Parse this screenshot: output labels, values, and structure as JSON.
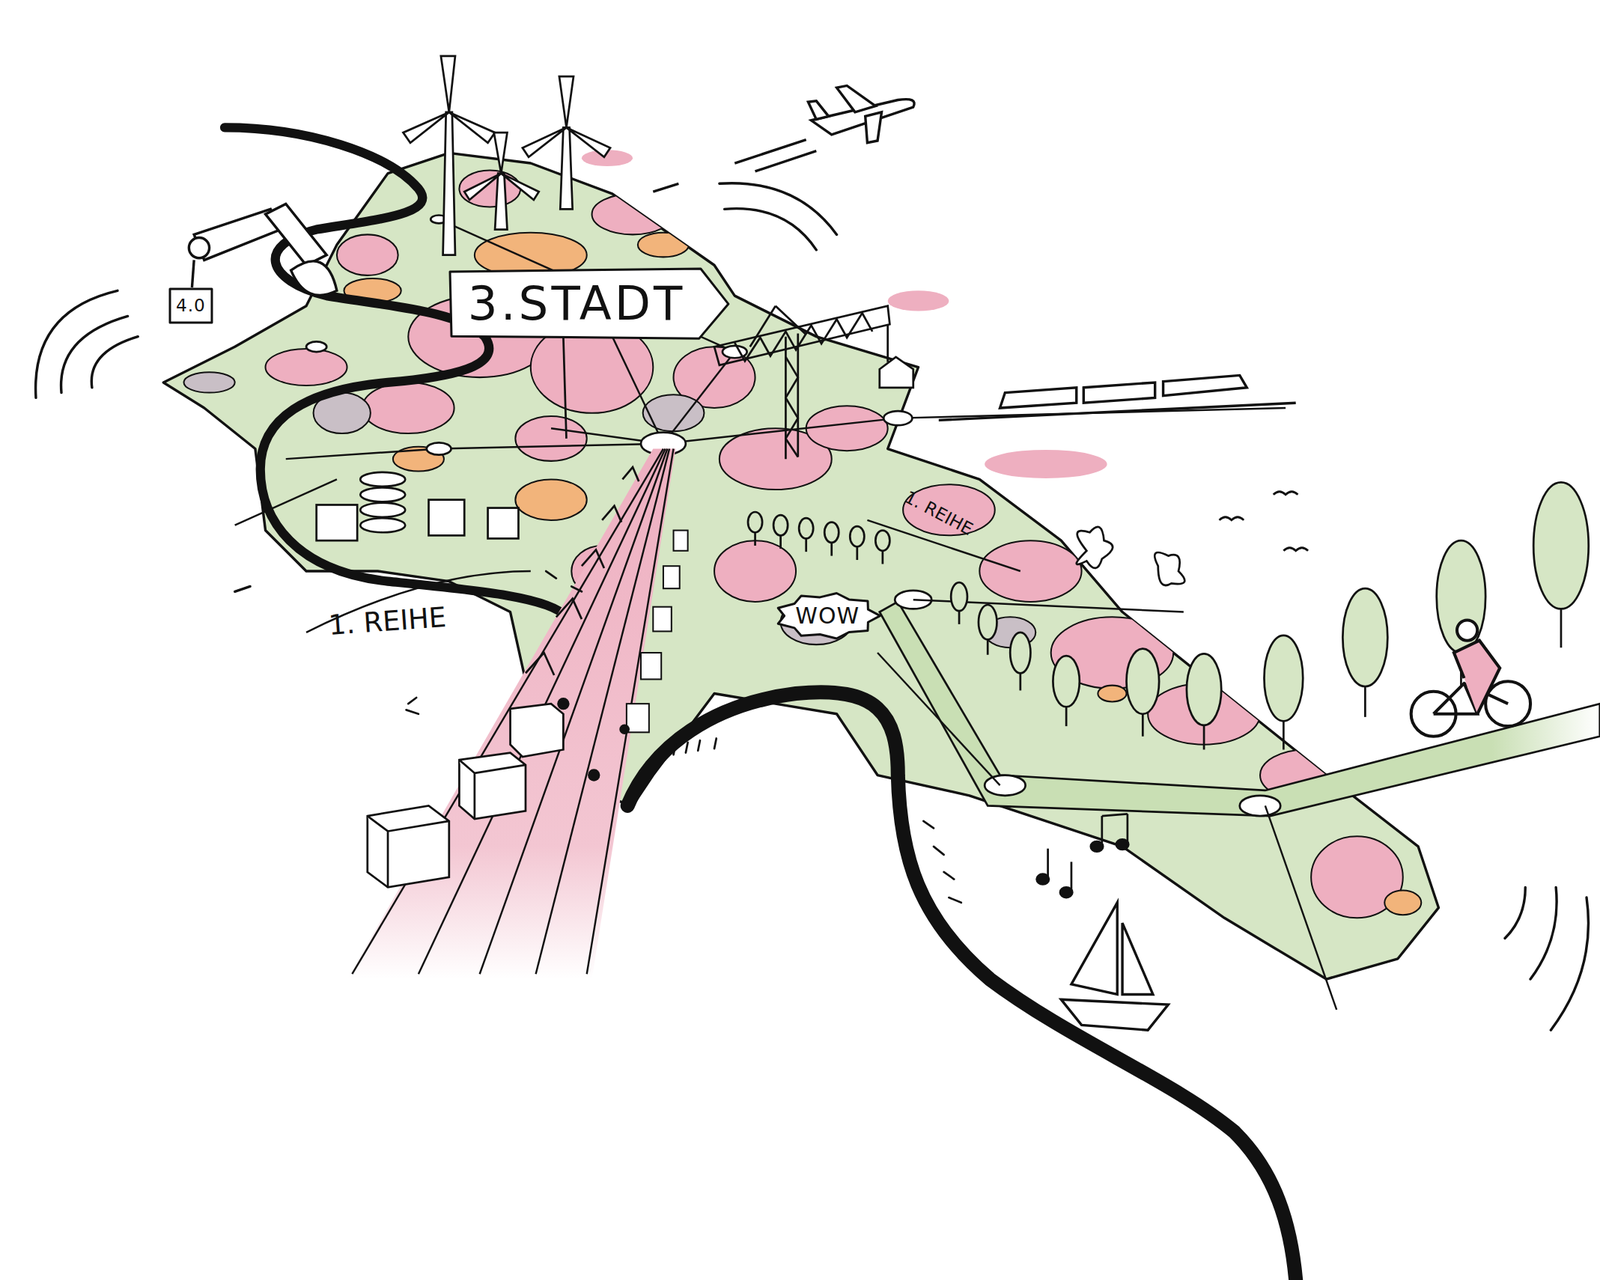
{
  "diagram": {
    "nodes": [
      {
        "text": [
          "3.STADT"
        ]
      },
      {
        "text": [
          "4.0"
        ]
      },
      {
        "text": [
          "WOW"
        ]
      }
    ],
    "labels": [
      "1. REIHE",
      "1. REIHE"
    ]
  }
}
